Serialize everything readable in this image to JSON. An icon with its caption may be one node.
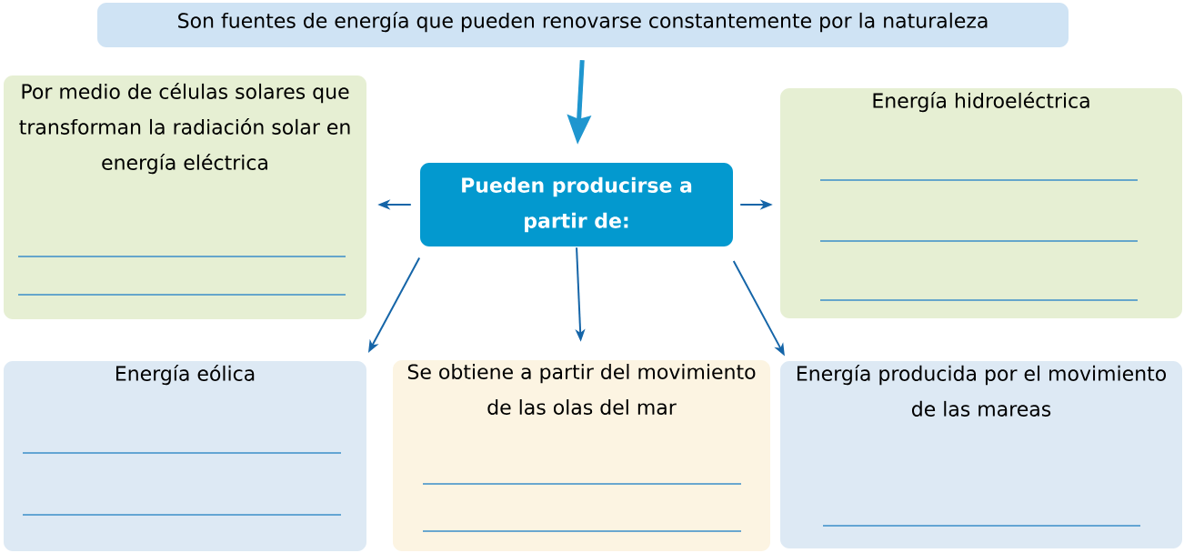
{
  "diagram": {
    "nodes": [
      {
        "text": [
          "Son fuentes de energía que pueden renovarse constantemente por la naturaleza"
        ]
      },
      {
        "text": [
          "Pueden producirse a partir de:"
        ]
      },
      {
        "text": [
          "Por medio de células solares que transforman la radiación solar en energía eléctrica"
        ]
      },
      {
        "text": [
          "Energía hidroeléctrica"
        ]
      },
      {
        "text": [
          "Energía eólica"
        ]
      },
      {
        "text": [
          "Se obtiene a partir del movimiento de las olas del mar"
        ]
      },
      {
        "text": [
          "Energía producida por el movimiento de las mareas"
        ]
      }
    ],
    "edges": [
      {
        "from": 0,
        "to": 1,
        "arrow": "to",
        "style": "thick",
        "color": "#1f96cf"
      },
      {
        "from": 1,
        "to": 2,
        "arrow": "to"
      },
      {
        "from": 1,
        "to": 3,
        "arrow": "to"
      },
      {
        "from": 1,
        "to": 4,
        "arrow": "to"
      },
      {
        "from": 1,
        "to": 5,
        "arrow": "to"
      },
      {
        "from": 1,
        "to": 6,
        "arrow": "to"
      }
    ]
  }
}
